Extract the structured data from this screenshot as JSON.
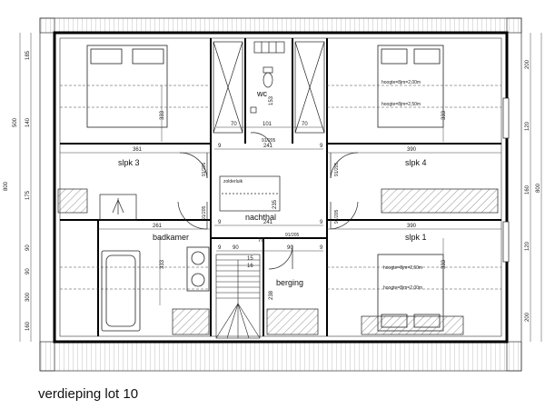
{
  "caption": "verdieping lot 10",
  "rooms": {
    "slpk3": "slpk 3",
    "slpk4": "slpk 4",
    "slpk1": "slpk 1",
    "wc": "wc",
    "nachthal": "nachthal",
    "badkamer": "badkamer",
    "berging": "berging"
  },
  "labels": {
    "zolderluik": "zolderluik"
  },
  "notes": {
    "slpk4_h1": "hoogte=8jm=2,00m",
    "slpk4_h2": "hoogte=8jm=2,50m",
    "slpk1_h1": "hoogte=8jm=2,50m",
    "slpk1_h2": "hoogte=8jm=2,00m"
  },
  "dims": {
    "left_185": "185",
    "left_140": "140",
    "left_175": "175",
    "left_90": "90",
    "left_300": "300",
    "left_160": "160",
    "left_500": "500",
    "left_800": "800",
    "right_200a": "200",
    "right_120a": "120",
    "right_160": "160",
    "right_120b": "120",
    "right_200b": "200",
    "right_800": "800",
    "slpk3_w": "361",
    "slpk4_w": "390",
    "slpk1_w": "390",
    "badk_w": "261",
    "nachthal_w": "241",
    "nachthal_w2": "241",
    "slpk3_h": "333",
    "slpk4_h": "333",
    "slpk1_h": "333",
    "badk_h": "333",
    "wc_70a": "70",
    "wc_101": "101",
    "wc_70b": "70",
    "wc_153": "153",
    "door_9a": "9",
    "door_9b": "9",
    "door_9c": "9",
    "door_9d": "9",
    "door_9e": "9",
    "door_9f": "9",
    "door_91_205a": "91/205",
    "door_91_205b": "91/205",
    "door_91_205c": "91/205",
    "door_91_205d": "91/205",
    "door_91_205e": "91/205",
    "door_91_205f": "91/205",
    "zl_235": "235",
    "dim_90a": "90",
    "dim_70": "70",
    "dim_90b": "90",
    "berging_238": "238",
    "stair_15": "15",
    "stair_16": "16"
  }
}
